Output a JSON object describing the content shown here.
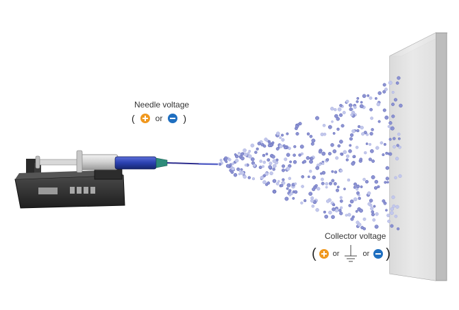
{
  "needle": {
    "title": "Needle voltage",
    "paren_open": "(",
    "paren_close": ")",
    "or": "or",
    "positive_sign_color": "#f0981e",
    "negative_sign_color": "#1f6fc0"
  },
  "collector": {
    "title": "Collector voltage",
    "paren_open": "(",
    "paren_close": ")",
    "or_1": "or",
    "or_2": "or",
    "positive_sign_color": "#f0981e",
    "negative_sign_color": "#1f6fc0"
  },
  "colors": {
    "plate_face": "#e6e6e6",
    "pump_body": "#333333",
    "syringe_plunger": "#1d3b9c",
    "needle_hub": "#2e8b7a",
    "particle": "#7f86c8"
  }
}
